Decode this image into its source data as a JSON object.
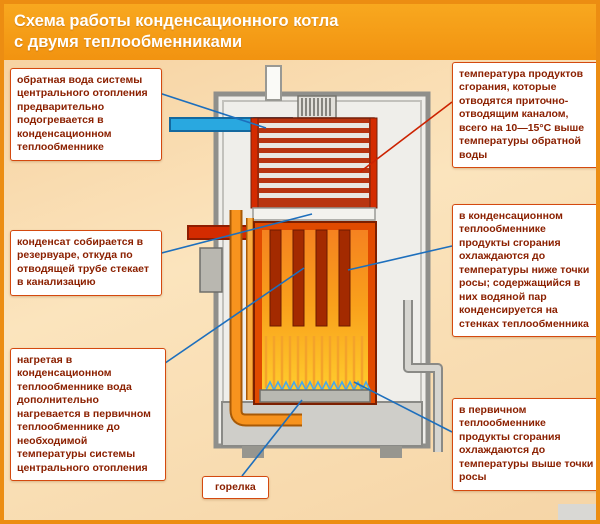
{
  "header": {
    "title_line1": "Схема работы конденсационного котла",
    "title_line2": "с двумя теплообменниками"
  },
  "callouts": {
    "return_water": "обратная вода системы центрального отопления предварительно подогревается в конденсационном теплообменнике",
    "condensate": "конденсат собирается в резервуаре, откуда по отводящей трубе стекает в канализацию",
    "heated_water": "нагретая в конденсационном теплообменнике вода дополнительно нагревается в первичном теплообменнике до необходимой температуры системы центрального отопления",
    "flue_temperature": "температура продуктов сгорания, которые отводятся приточно-отводящим каналом, всего на 10—15°С выше температуры обратной воды",
    "condensing_hx": "в конденсационном теплообменнике продукты сгорания охлаждаются до температуры ниже точки росы; содержащийся в них водяной пар конденсируется на стенках теплообменника",
    "primary_hx": "в первичном теплообменнике продукты сгорания охлаждаются до температуры выше точки росы",
    "burner_label": "горелка"
  },
  "colors": {
    "header_bg": "#f29310",
    "callout_border": "#d4490f",
    "callout_text": "#8b2000",
    "leader_blue": "#1d6fbd",
    "leader_red": "#cc2200",
    "return_water_blue": "#29a8e0",
    "hot_water_red": "#d42b00",
    "pipe_orange": "#f7931e",
    "flame_blue": "#4aa8e8"
  }
}
